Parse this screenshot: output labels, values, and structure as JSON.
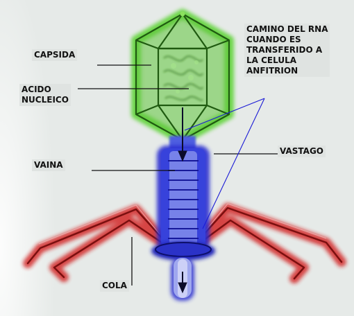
{
  "labels": {
    "capsida": "CAPSIDA",
    "acido_nucleico": "ACIDO\nNUCLEICO",
    "vaina": "VAINA",
    "cola": "COLA",
    "camino_rna": "CAMINO DEL RNA\nCUANDO ES\nTRANSFERIDO A\nLA CELULA\nANFITRION",
    "vastago": "VASTAGO"
  },
  "colors": {
    "background": "#e6eae8",
    "capsid": "#4fc22e",
    "sheath": "#2a2fd0",
    "tail_fibers": "#c81a1a",
    "leader_lines": "#111111",
    "rna_path_lines": "#1b1bd6"
  },
  "icons": [
    "phage-capsid",
    "phage-sheath",
    "phage-tail-fibers",
    "rna-path-arrow"
  ]
}
